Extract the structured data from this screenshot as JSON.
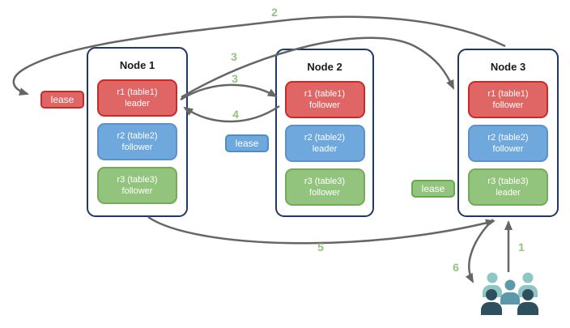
{
  "diagram": {
    "nodes": [
      {
        "title": "Node 1",
        "replicas": [
          {
            "name": "r1 (table1)",
            "role": "leader",
            "color": "red"
          },
          {
            "name": "r2 (table2)",
            "role": "follower",
            "color": "blue"
          },
          {
            "name": "r3 (table3)",
            "role": "follower",
            "color": "green"
          }
        ]
      },
      {
        "title": "Node 2",
        "replicas": [
          {
            "name": "r1 (table1)",
            "role": "follower",
            "color": "red"
          },
          {
            "name": "r2 (table2)",
            "role": "leader",
            "color": "blue"
          },
          {
            "name": "r3 (table3)",
            "role": "follower",
            "color": "green"
          }
        ]
      },
      {
        "title": "Node 3",
        "replicas": [
          {
            "name": "r1 (table1)",
            "role": "follower",
            "color": "red"
          },
          {
            "name": "r2 (table2)",
            "role": "follower",
            "color": "blue"
          },
          {
            "name": "r3 (table3)",
            "role": "leader",
            "color": "green"
          }
        ]
      }
    ],
    "leases": [
      {
        "label": "lease",
        "color": "red"
      },
      {
        "label": "lease",
        "color": "blue"
      },
      {
        "label": "lease",
        "color": "green"
      }
    ],
    "steps": {
      "step1": "1",
      "step2": "2",
      "step3a": "3",
      "step3b": "3",
      "step4": "4",
      "step5": "5",
      "step6": "6"
    },
    "icons": {
      "clients": "users-group-icon"
    },
    "colors": {
      "red_fill": "#e06666",
      "red_border": "#cc2a27",
      "blue_fill": "#6fa8dc",
      "blue_border": "#4d8dc9",
      "green_fill": "#93c47d",
      "green_border": "#6aa84f",
      "node_border": "#1f3864",
      "arrow": "#666666",
      "step_number": "#93c47d",
      "users_light": "#8ec6c3",
      "users_mid": "#5b98a9",
      "users_dark": "#2d4f5e"
    }
  }
}
